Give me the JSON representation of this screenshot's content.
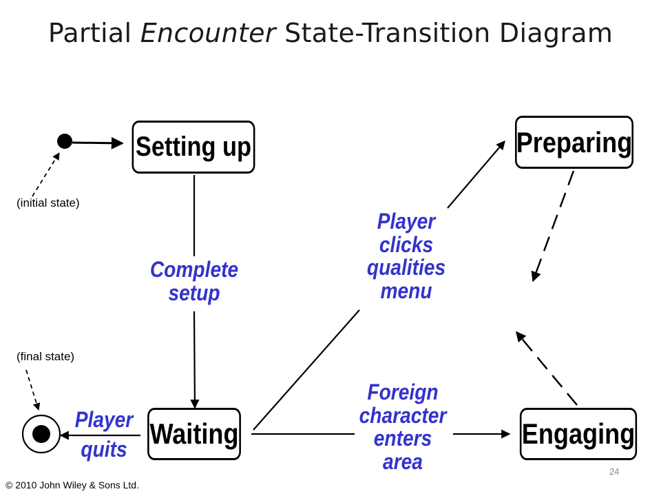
{
  "title": {
    "before": "Partial ",
    "emphasis": "Encounter",
    "after": " State-Transition Diagram"
  },
  "states": {
    "setting_up": "Setting up",
    "preparing": "Preparing",
    "waiting": "Waiting",
    "engaging": "Engaging"
  },
  "transitions": {
    "complete_setup": [
      "Complete",
      "setup"
    ],
    "player_clicks_qualities_menu": [
      "Player",
      "clicks",
      "qualities",
      "menu"
    ],
    "foreign_character_enters_area": [
      "Foreign",
      "character",
      "enters",
      "area"
    ],
    "player_quits": [
      "Player",
      "quits"
    ]
  },
  "notes": {
    "initial_state": "(initial state)",
    "final_state": "(final state)"
  },
  "footer": {
    "copyright": "© 2010 John Wiley & Sons Ltd.",
    "page_number": "24"
  },
  "colors": {
    "label_color": "#3333cc",
    "line_color": "#000000"
  }
}
